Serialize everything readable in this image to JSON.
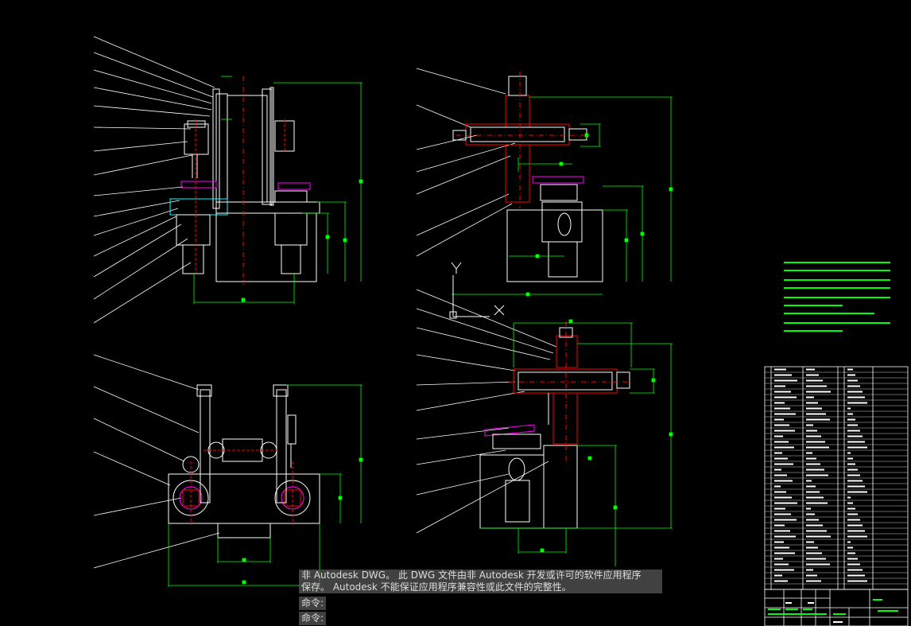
{
  "colors": {
    "background": "#000000",
    "geometry": "#ffffff",
    "dimension": "#00ff00",
    "centerline": "#ff0000",
    "magenta": "#ff00ff",
    "cyan": "#00ffff"
  },
  "ucs": {
    "x_label": "X",
    "y_label": "Y"
  },
  "command_line": {
    "warning_line1": "非 Autodesk DWG。 此 DWG 文件由非 Autodesk 开发或许可的软件应用程序",
    "warning_line2": "保存。 Autodesk 不能保证应用程序兼容性或此文件的完整性。",
    "prompt1": "命令:",
    "prompt2": "命令:"
  }
}
